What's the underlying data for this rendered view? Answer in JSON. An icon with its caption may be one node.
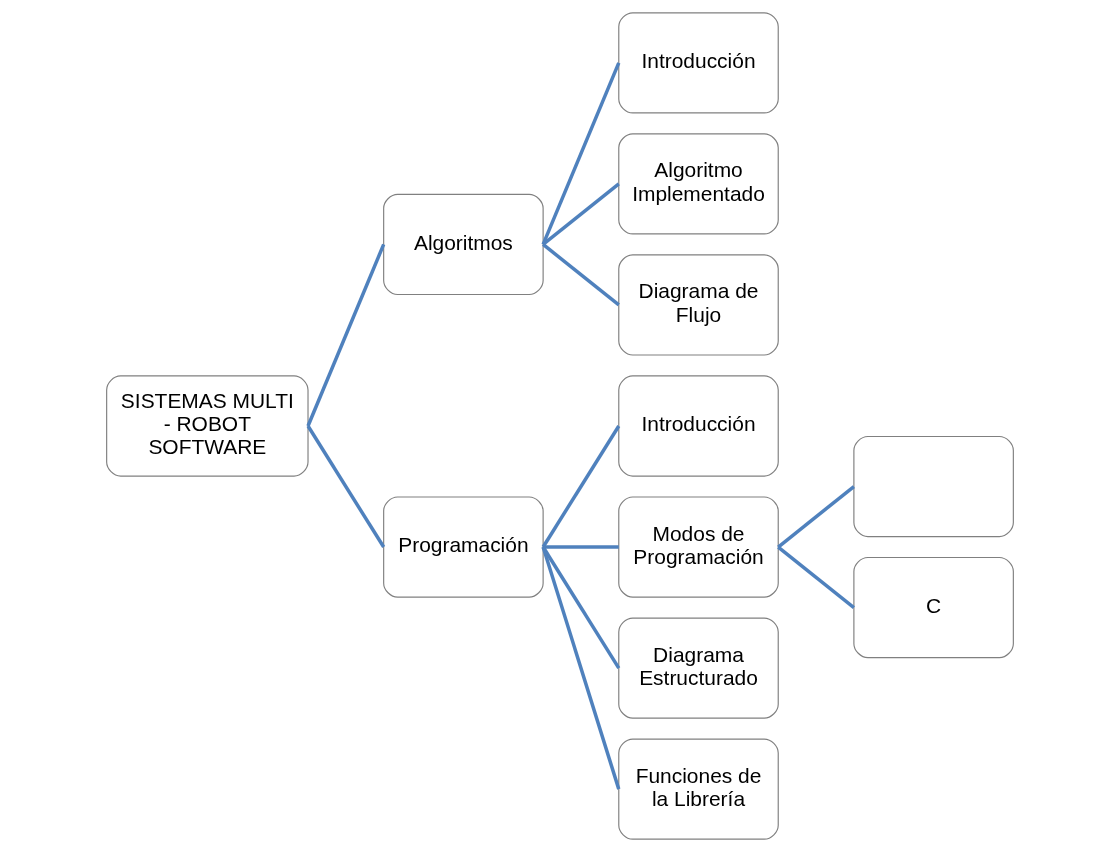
{
  "diagram": {
    "nodes": [
      {
        "text": [
          "SISTEMAS MULTI - ROBOT SOFTWARE"
        ]
      },
      {
        "text": [
          "Algoritmos"
        ]
      },
      {
        "text": [
          "Introducción"
        ]
      },
      {
        "text": [
          "Algoritmo Implementado"
        ]
      },
      {
        "text": [
          "Diagrama de Flujo"
        ]
      },
      {
        "text": [
          "Programación"
        ]
      },
      {
        "text": [
          "Introducción"
        ]
      },
      {
        "text": [
          "Modos de Programación"
        ]
      },
      {
        "text": [],
        "shape": "box"
      },
      {
        "text": [
          "C"
        ]
      },
      {
        "text": [
          "Diagrama Estructurado"
        ]
      },
      {
        "text": [
          "Funciones de la Librería"
        ]
      }
    ],
    "edges": [
      {
        "from": 0,
        "to": 1,
        "arrow": "none"
      },
      {
        "from": 0,
        "to": 5,
        "arrow": "none"
      },
      {
        "from": 1,
        "to": 2,
        "arrow": "none"
      },
      {
        "from": 1,
        "to": 3,
        "arrow": "none"
      },
      {
        "from": 1,
        "to": 4,
        "arrow": "none"
      },
      {
        "from": 5,
        "to": 6,
        "arrow": "none"
      },
      {
        "from": 5,
        "to": 7,
        "arrow": "none"
      },
      {
        "from": 7,
        "to": 8,
        "arrow": "none"
      },
      {
        "from": 7,
        "to": 9,
        "arrow": "none"
      },
      {
        "from": 5,
        "to": 10,
        "arrow": "none"
      },
      {
        "from": 5,
        "to": 11,
        "arrow": "none"
      }
    ]
  }
}
